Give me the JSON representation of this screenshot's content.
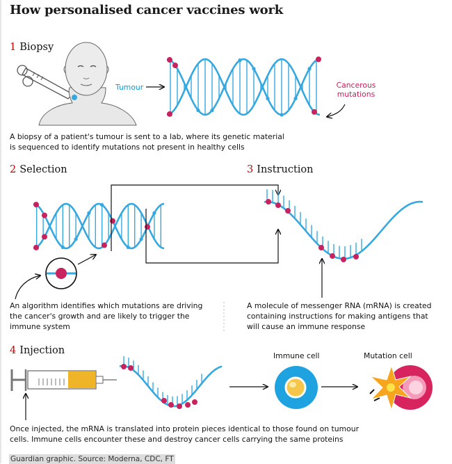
{
  "title": "How personalised cancer vaccines work",
  "steps": [
    {
      "number": "1",
      "heading": "Biopsy",
      "text": "A biopsy of a patient's tumour is sent to a lab, where its genetic material is sequenced to identify mutations not present in healthy cells"
    },
    {
      "number": "2",
      "heading": "Selection",
      "text": "An algorithm identifies which mutations are driving the cancer's growth and are likely to trigger the immune system"
    },
    {
      "number": "3",
      "heading": "Instruction",
      "text": "A molecule of messenger RNA (mRNA) is created containing instructions for making antigens that will cause an immune response"
    },
    {
      "number": "4",
      "heading": "Injection",
      "text": "Once injected, the mRNA is translated into protein pieces identical to those found on tumour cells. Immune cells encounter these and destroy cancer cells carrying the same proteins"
    }
  ],
  "labels": {
    "tumour": "Tumour",
    "cancerous_mutations": "Cancerous mutations",
    "immune_cell": "Immune cell",
    "mutation_cell": "Mutation cell"
  },
  "footer": "Guardian graphic. Source: Moderna, CDC, FT",
  "colors": {
    "strand": "#35a8e0",
    "mutation": "#c9235f",
    "ink": "#121212",
    "syringe_fill": "#f0b429",
    "immune_cell": "#1ea3e0",
    "immune_nucleus": "#f5c64a",
    "mutation_cell": "#d7245e",
    "burst": "#f7a51e"
  }
}
